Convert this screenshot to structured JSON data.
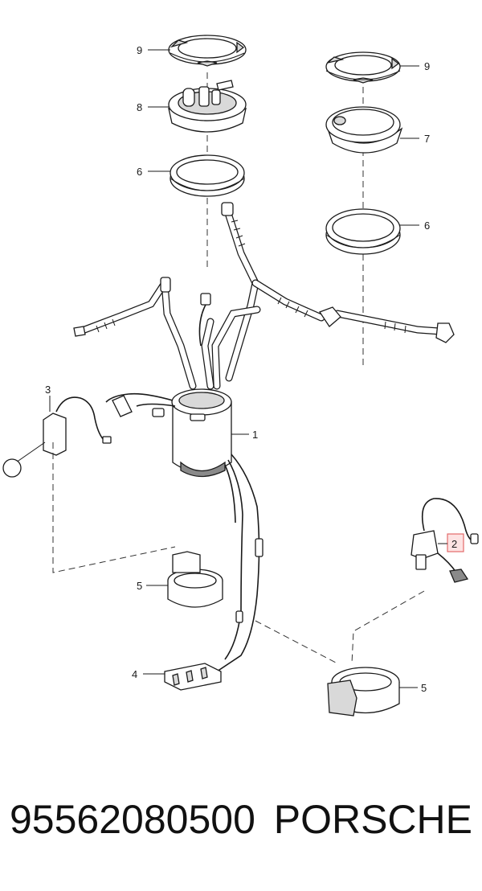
{
  "callouts": {
    "c9_left": "9",
    "c8": "8",
    "c6_left": "6",
    "c9_right": "9",
    "c7": "7",
    "c6_right": "6",
    "c1": "1",
    "c3": "3",
    "c2": "2",
    "c5_left": "5",
    "c5_right": "5",
    "c4": "4"
  },
  "highlight": {
    "callout": "2",
    "fill": "#fde3e3",
    "stroke": "#e36b6b"
  },
  "footer": {
    "part_number": "95562080500",
    "brand": "PORSCHE"
  },
  "colors": {
    "line": "#1a1a1a",
    "background": "#ffffff"
  }
}
